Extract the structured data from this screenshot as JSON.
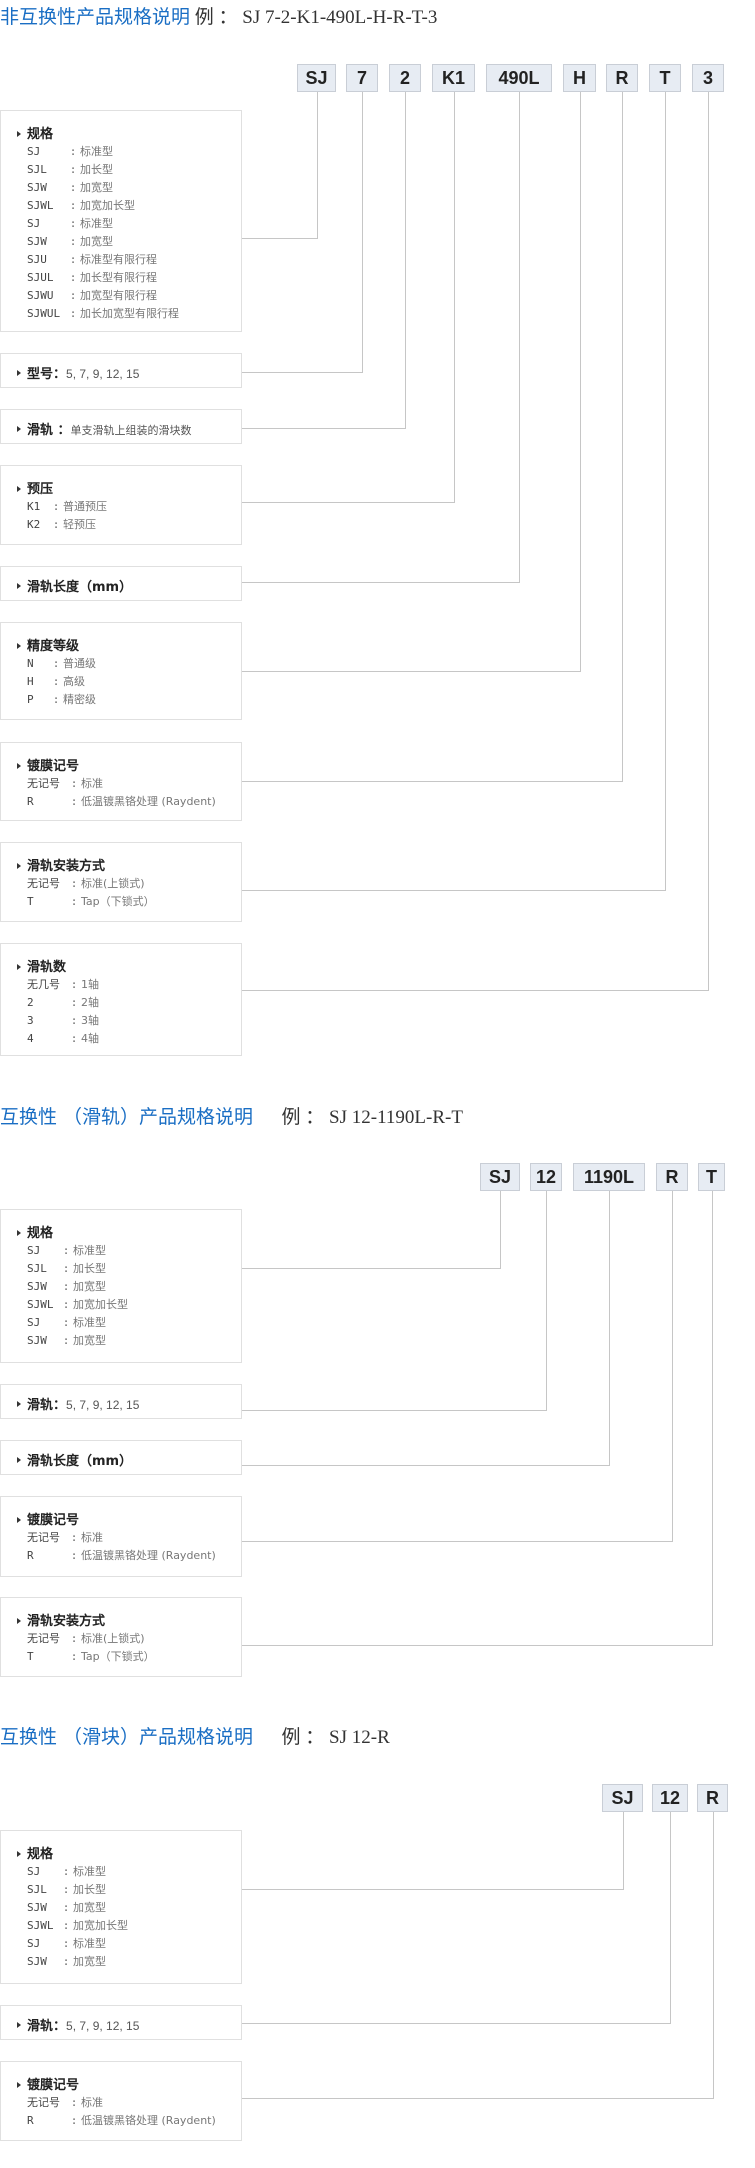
{
  "sections": [
    {
      "title": "非互换性产品规格说明",
      "example": " 例 ： SJ 7-2-K1-490L-H-R-T-3",
      "codes": [
        "SJ",
        "7",
        "2",
        "K1",
        "490L",
        "H",
        "R",
        "T",
        "3"
      ],
      "specs": [
        {
          "header": "规格",
          "items": [
            {
              "key": "SJ",
              "value": "标准型"
            },
            {
              "key": "SJL",
              "value": "加长型"
            },
            {
              "key": "SJW",
              "value": "加宽型"
            },
            {
              "key": "SJWL",
              "value": "加宽加长型"
            },
            {
              "key": "SJ",
              "value": "标准型"
            },
            {
              "key": "SJW",
              "value": "加宽型"
            },
            {
              "key": "SJU",
              "value": "标准型有限行程"
            },
            {
              "key": "SJUL",
              "value": "加长型有限行程"
            },
            {
              "key": "SJWU",
              "value": "加宽型有限行程"
            },
            {
              "key": "SJWUL",
              "value": "加长加宽型有限行程"
            }
          ]
        },
        {
          "header": "型号：",
          "inline": "5, 7, 9, 12, 15"
        },
        {
          "header": "滑轨 ：",
          "inline": "单支滑轨上组装的滑块数"
        },
        {
          "header": "预压",
          "items": [
            {
              "key": "K1",
              "value": "普通预压"
            },
            {
              "key": "K2",
              "value": "轻预压"
            }
          ]
        },
        {
          "header": "滑轨长度（mm）"
        },
        {
          "header": "精度等级",
          "items": [
            {
              "key": "N",
              "value": "普通级"
            },
            {
              "key": "H",
              "value": "高级"
            },
            {
              "key": "P",
              "value": "精密级"
            }
          ]
        },
        {
          "header": "镀膜记号",
          "items": [
            {
              "key": "无记号",
              "value": "标准"
            },
            {
              "key": "R",
              "value": "低温镀黑铬处理 (Raydent)"
            }
          ]
        },
        {
          "header": "滑轨安装方式",
          "items": [
            {
              "key": "无记号",
              "value": "标准(上锁式)"
            },
            {
              "key": "T",
              "value": "Tap（下锁式）"
            }
          ]
        },
        {
          "header": "滑轨数",
          "items": [
            {
              "key": "无几号",
              "value": "1轴"
            },
            {
              "key": "2",
              "value": "2轴"
            },
            {
              "key": "3",
              "value": "3轴"
            },
            {
              "key": "4",
              "value": "4轴"
            }
          ]
        }
      ]
    },
    {
      "title": "互换性 （滑轨）产品规格说明",
      "example": "      例 ： SJ 12-1190L-R-T",
      "codes": [
        "SJ",
        "12",
        "1190L",
        "R",
        "T"
      ],
      "specs": [
        {
          "header": "规格",
          "items": [
            {
              "key": "SJ",
              "value": "标准型"
            },
            {
              "key": "SJL",
              "value": "加长型"
            },
            {
              "key": "SJW",
              "value": "加宽型"
            },
            {
              "key": "SJWL",
              "value": "加宽加长型"
            },
            {
              "key": "SJ",
              "value": "标准型"
            },
            {
              "key": "SJW",
              "value": "加宽型"
            }
          ]
        },
        {
          "header": "滑轨：",
          "inline": "5, 7, 9, 12, 15"
        },
        {
          "header": "滑轨长度（mm）"
        },
        {
          "header": "镀膜记号",
          "items": [
            {
              "key": "无记号",
              "value": "标准"
            },
            {
              "key": "R",
              "value": "低温镀黑铬处理 (Raydent)"
            }
          ]
        },
        {
          "header": "滑轨安装方式",
          "items": [
            {
              "key": "无记号",
              "value": "标准(上锁式)"
            },
            {
              "key": "T",
              "value": "Tap（下锁式）"
            }
          ]
        }
      ]
    },
    {
      "title": "互换性 （滑块）产品规格说明",
      "example": "      例 ： SJ 12-R",
      "codes": [
        "SJ",
        "12",
        "R"
      ],
      "specs": [
        {
          "header": "规格",
          "items": [
            {
              "key": "SJ",
              "value": "标准型"
            },
            {
              "key": "SJL",
              "value": "加长型"
            },
            {
              "key": "SJW",
              "value": "加宽型"
            },
            {
              "key": "SJWL",
              "value": "加宽加长型"
            },
            {
              "key": "SJ",
              "value": "标准型"
            },
            {
              "key": "SJW",
              "value": "加宽型"
            }
          ]
        },
        {
          "header": "滑轨：",
          "inline": "5, 7, 9, 12, 15"
        },
        {
          "header": "镀膜记号",
          "items": [
            {
              "key": "无记号",
              "value": "标准"
            },
            {
              "key": "R",
              "value": "低温镀黑铬处理 (Raydent)"
            }
          ]
        }
      ]
    }
  ],
  "colors": {
    "title_blue": "#1a6ec4",
    "code_box_bg": "#e7ecf3",
    "connector_line": "#c6c6c6",
    "box_border": "#e0e0e0"
  }
}
